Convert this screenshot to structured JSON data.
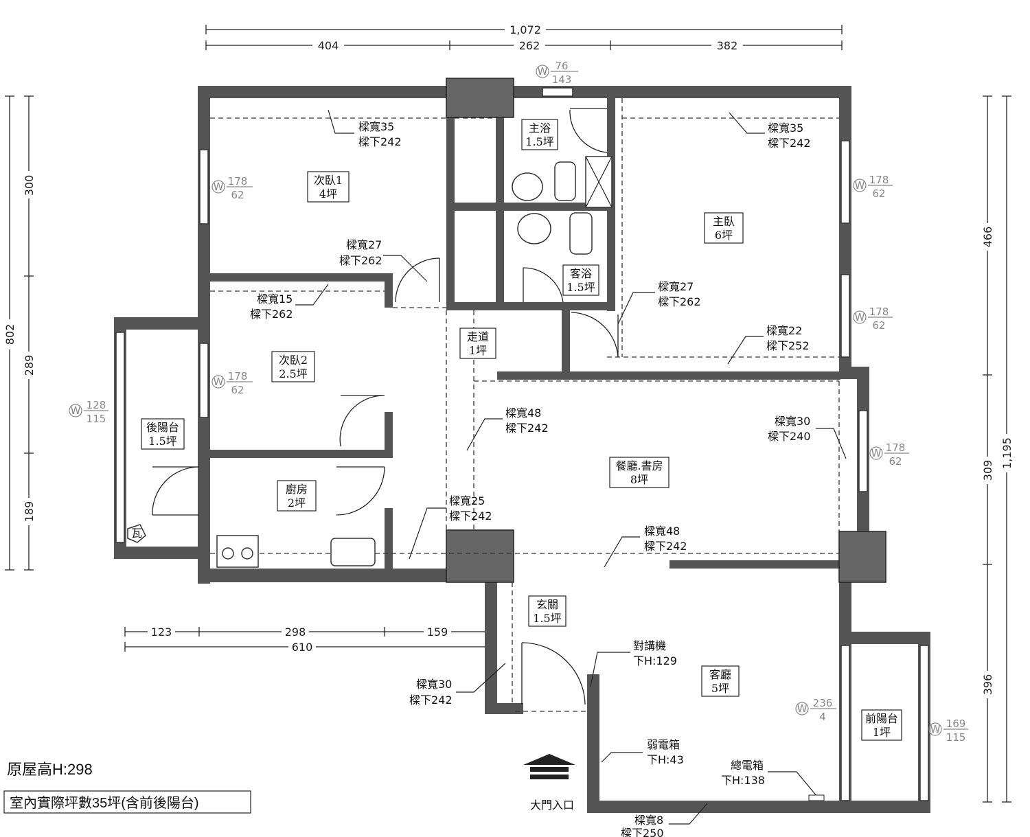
{
  "dimensions": {
    "top_total": "1,072",
    "top_segments": [
      "404",
      "262",
      "382"
    ],
    "left_total": "802",
    "left_segments": [
      "300",
      "289",
      "189"
    ],
    "right_total": "1,195",
    "right_segments": [
      "466",
      "309",
      "396"
    ],
    "bottom_total": "610",
    "bottom_segments": [
      "123",
      "298",
      "159"
    ]
  },
  "rooms": {
    "bedroom1": {
      "name": "次臥1",
      "area": "4坪"
    },
    "bath_master": {
      "name": "主浴",
      "area": "1.5坪"
    },
    "bedroom_master": {
      "name": "主臥",
      "area": "6坪"
    },
    "bath_guest": {
      "name": "客浴",
      "area": "1.5坪"
    },
    "hallway": {
      "name": "走道",
      "area": "1坪"
    },
    "bedroom2": {
      "name": "次臥2",
      "area": "2.5坪"
    },
    "back_balcony": {
      "name": "後陽台",
      "area": "1.5坪"
    },
    "kitchen": {
      "name": "廚房",
      "area": "2坪"
    },
    "dining_study": {
      "name": "餐廳.書房",
      "area": "8坪"
    },
    "foyer": {
      "name": "玄關",
      "area": "1.5坪"
    },
    "living": {
      "name": "客廳",
      "area": "5坪"
    },
    "front_balcony": {
      "name": "前陽台",
      "area": "1坪"
    }
  },
  "beams": [
    {
      "w": "樑寬35",
      "h": "樑下242"
    },
    {
      "w": "樑寬35",
      "h": "樑下242"
    },
    {
      "w": "樑寬27",
      "h": "樑下262"
    },
    {
      "w": "樑寬15",
      "h": "樑下262"
    },
    {
      "w": "樑寬27",
      "h": "樑下262"
    },
    {
      "w": "樑寬22",
      "h": "樑下252"
    },
    {
      "w": "樑寬48",
      "h": "樑下242"
    },
    {
      "w": "樑寬30",
      "h": "樑下240"
    },
    {
      "w": "樑寬25",
      "h": "樑下242"
    },
    {
      "w": "樑寬48",
      "h": "樑下242"
    },
    {
      "w": "樑寬30",
      "h": "樑下242"
    },
    {
      "w": "樑寬8",
      "h": "樑下250"
    }
  ],
  "windows": [
    {
      "a": "76",
      "b": "143"
    },
    {
      "a": "178",
      "b": "62"
    },
    {
      "a": "178",
      "b": "62"
    },
    {
      "a": "178",
      "b": "62"
    },
    {
      "a": "178",
      "b": "62"
    },
    {
      "a": "128",
      "b": "115"
    },
    {
      "a": "178",
      "b": "62"
    },
    {
      "a": "236",
      "b": "4"
    },
    {
      "a": "169",
      "b": "115"
    }
  ],
  "window_symbol": "W",
  "gas_symbol": "瓦",
  "annotations": {
    "intercom": "對講機",
    "intercom_h": "下H:129",
    "weak_box": "弱電箱",
    "weak_box_h": "下H:43",
    "main_box": "總電箱",
    "main_box_h": "下H:138"
  },
  "ceiling_height": "原屋高H:298",
  "total_area": "室內實際坪數35坪(含前後陽台)",
  "entrance": "大門入口"
}
